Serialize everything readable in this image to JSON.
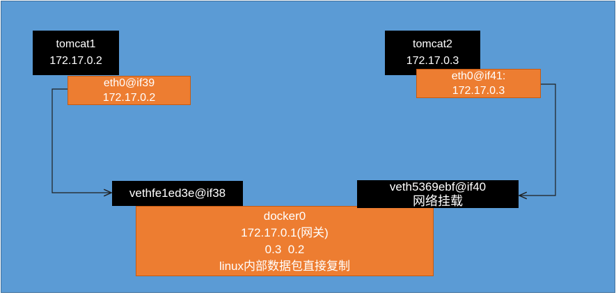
{
  "containers": [
    {
      "name": "tomcat1",
      "ip": "172.17.0.2",
      "iface": "eth0@if39",
      "iface_ip": "172.17.0.2"
    },
    {
      "name": "tomcat2",
      "ip": "172.17.0.3",
      "iface": "eth0@if41:",
      "iface_ip": "172.17.0.3"
    }
  ],
  "veth": [
    {
      "label": "vethfe1ed3e@if38"
    },
    {
      "label": "veth5369ebf@if40",
      "sublabel": "网络挂载"
    }
  ],
  "bridge": {
    "name": "docker0",
    "gateway": "172.17.0.1(网关)",
    "peers": "0.3  0.2",
    "note": "linux内部数据包直接复制"
  },
  "colors": {
    "background": "#5b9bd5",
    "interface": "#ed7d31",
    "label": "#000000",
    "line": "#1f1f1f"
  }
}
